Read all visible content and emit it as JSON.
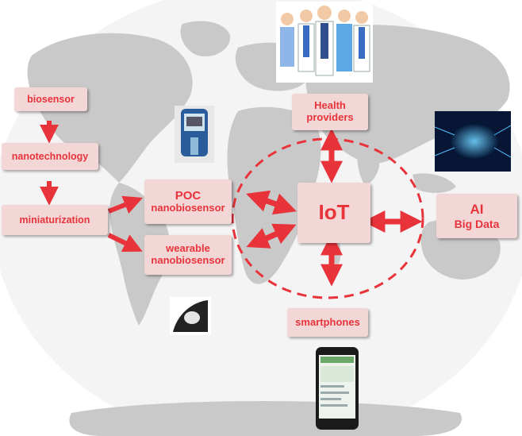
{
  "nodes": {
    "biosensor": "biosensor",
    "nanotechnology": "nanotechnology",
    "miniaturization": "miniaturization",
    "poc_line1": "POC",
    "poc_line2": "nanobiosensor",
    "wearable_line1": "wearable",
    "wearable_line2": "nanobiosensor",
    "health_line1": "Health",
    "health_line2": "providers",
    "iot": "IoT",
    "ai_line1": "AI",
    "ai_line2": "Big Data",
    "smartphones": "smartphones"
  },
  "colors": {
    "box_fill": "#f3d7d7",
    "text": "#e8333a",
    "arrow": "#e8333a",
    "map_land": "#c9c9c9",
    "map_ocean": "#f4f4f4"
  },
  "icons": [
    "doctors-illustration",
    "glucometer-device",
    "wearable-sensor-device",
    "ai-brain-circuit-image",
    "smartphone-image"
  ]
}
